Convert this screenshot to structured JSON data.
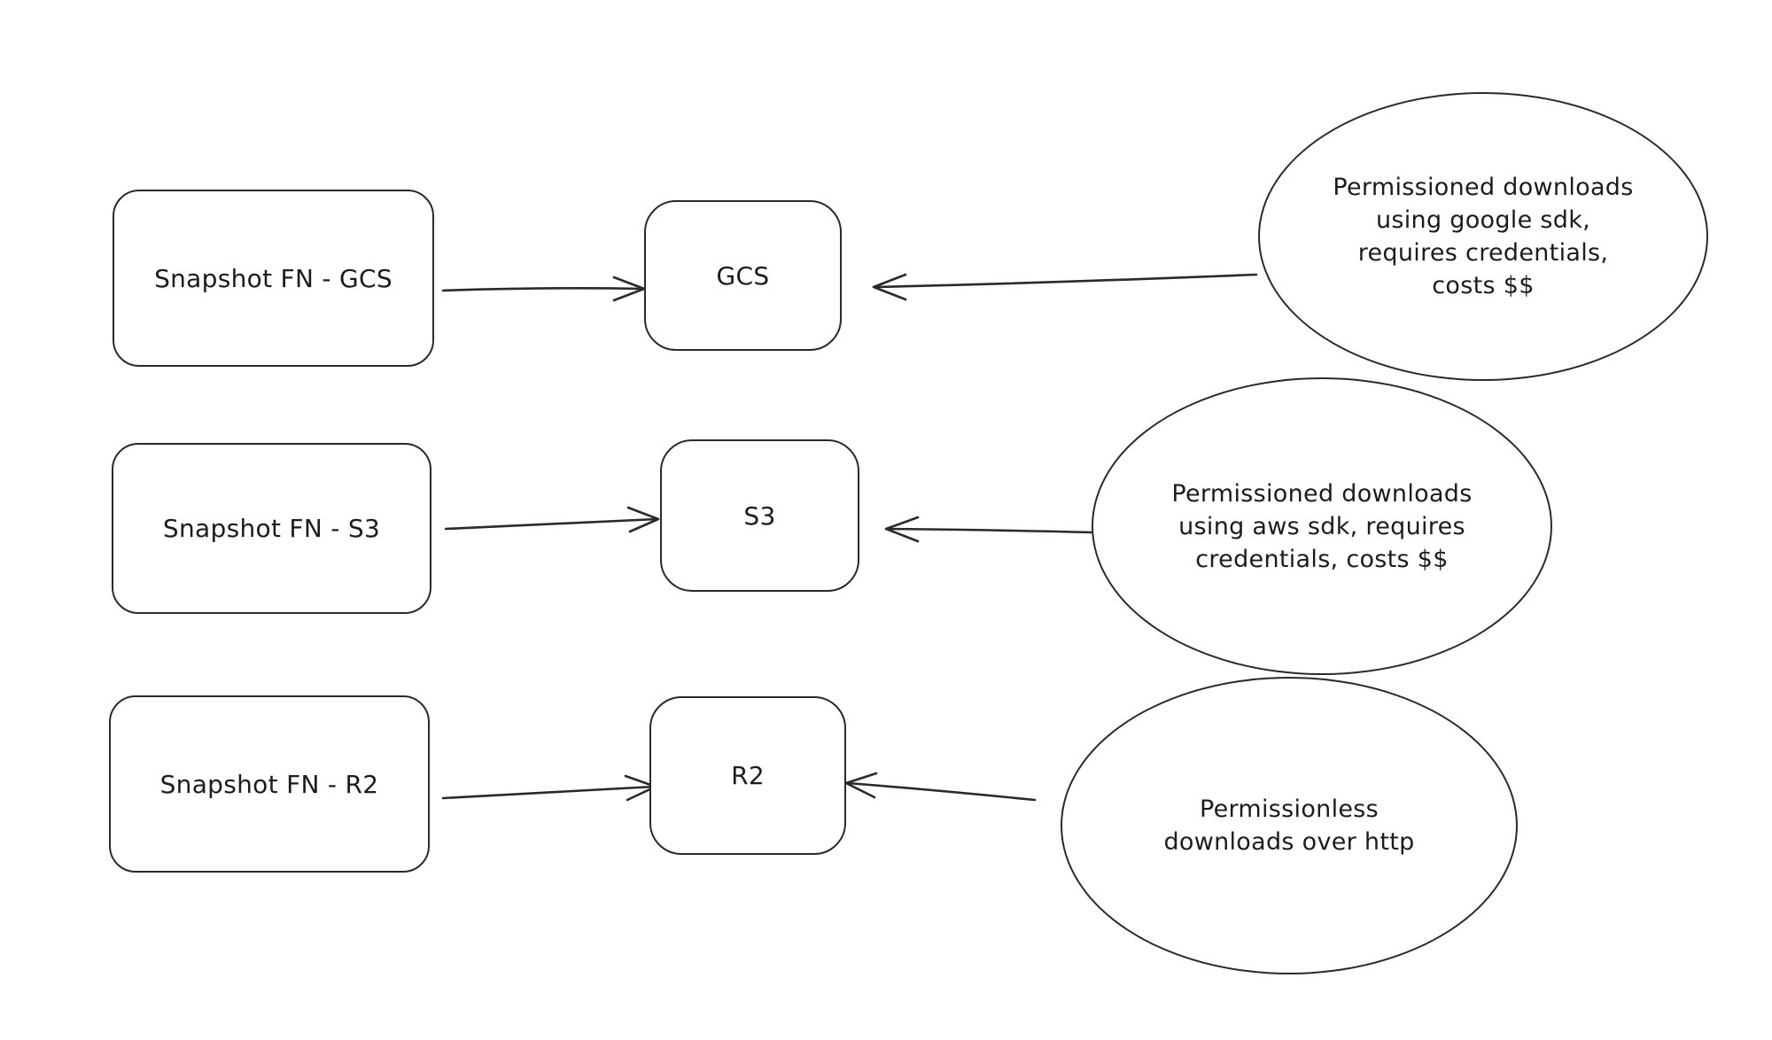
{
  "diagram": {
    "colors": {
      "background": "#ffffff",
      "stroke": "#2a2a2a",
      "text": "#1c1c1c"
    },
    "rows": [
      {
        "source": {
          "label": "Snapshot FN - GCS"
        },
        "target": {
          "label": "GCS"
        },
        "note": {
          "lines": [
            "Permissioned downloads",
            "using google sdk,",
            "requires credentials,",
            "costs $$"
          ]
        }
      },
      {
        "source": {
          "label": "Snapshot FN - S3"
        },
        "target": {
          "label": "S3"
        },
        "note": {
          "lines": [
            "Permissioned downloads",
            "using aws sdk, requires",
            "credentials, costs $$"
          ]
        }
      },
      {
        "source": {
          "label": "Snapshot FN - R2"
        },
        "target": {
          "label": "R2"
        },
        "note": {
          "lines": [
            "Permissionless",
            "downloads over http"
          ]
        }
      }
    ]
  }
}
